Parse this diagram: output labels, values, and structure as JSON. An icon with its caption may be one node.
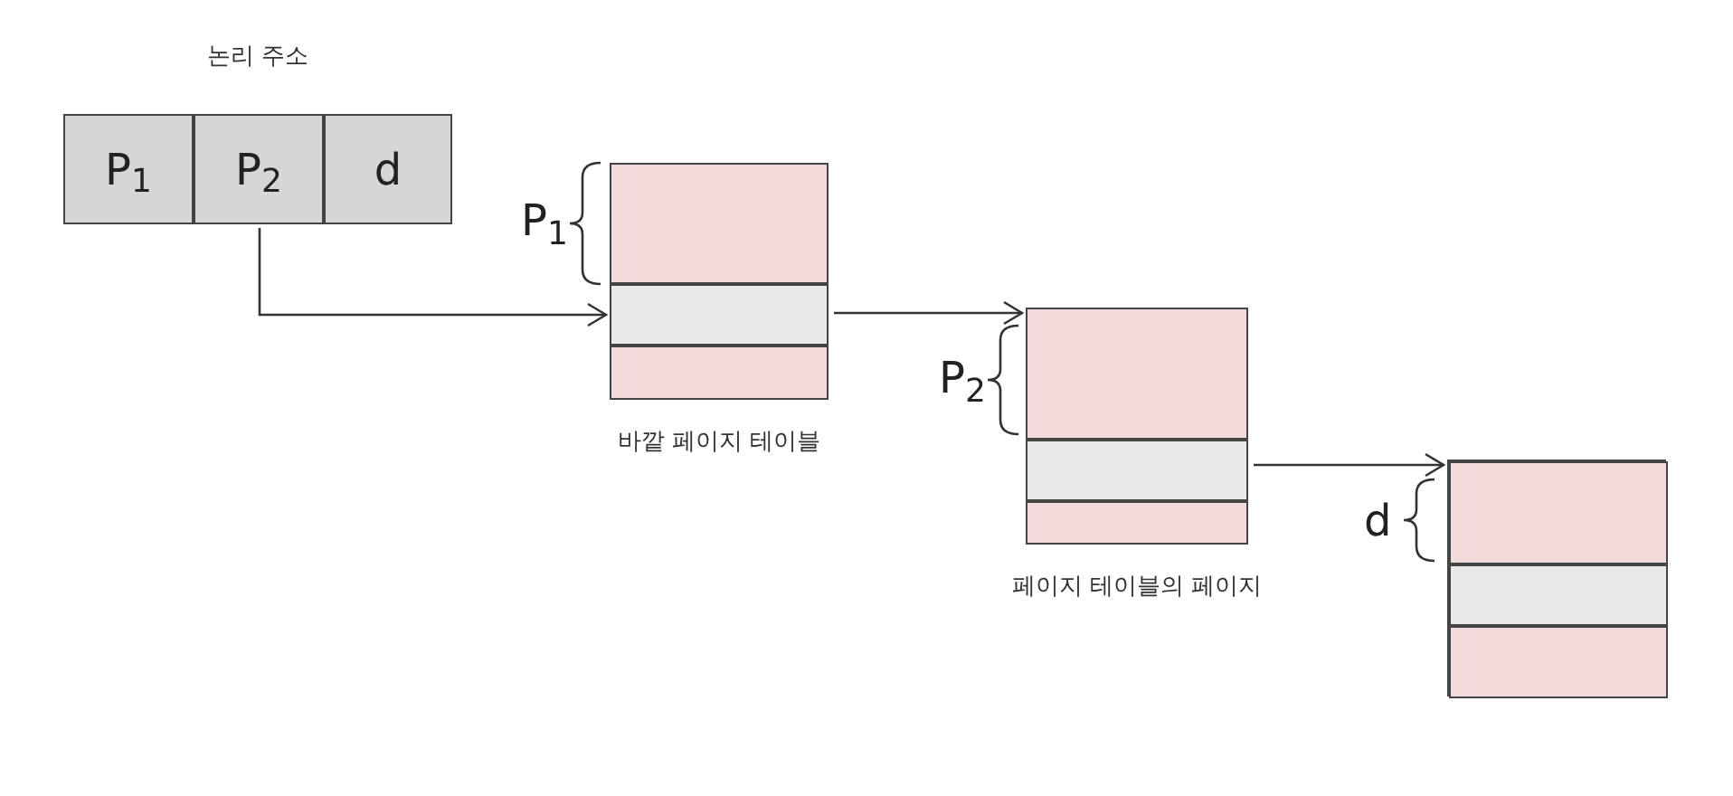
{
  "diagram": {
    "nodes": [
      {
        "text": [
          "논리 주소"
        ]
      },
      {
        "text": [
          "P$_{1}$"
        ],
        "in": 0
      },
      {
        "text": [
          "P$_{2}$"
        ],
        "in": 0
      },
      {
        "text": [
          "d"
        ],
        "in": 0
      },
      {
        "text": [
          "바깥 페이지 테이블"
        ]
      },
      {
        "text": [],
        "shape": "box",
        "in": 4
      },
      {
        "text": [],
        "shape": "box",
        "in": 4
      },
      {
        "text": [],
        "shape": "box",
        "in": 4
      },
      {
        "text": [
          "페이지 테이블의 페이지"
        ]
      },
      {
        "text": [],
        "shape": "box",
        "in": 8
      },
      {
        "text": [],
        "shape": "box",
        "in": 8
      },
      {
        "text": [],
        "shape": "box",
        "in": 8
      },
      {
        "text": [],
        "shape": "box"
      },
      {
        "text": [],
        "shape": "box",
        "in": 12
      },
      {
        "text": [],
        "shape": "box",
        "in": 12
      },
      {
        "text": [],
        "shape": "box",
        "in": 12
      }
    ],
    "edges": [
      {
        "from": 2,
        "to": 6,
        "arrow": "to"
      },
      {
        "from": 6,
        "to": 8,
        "arrow": "to"
      },
      {
        "from": 10,
        "to": 12,
        "arrow": "to"
      }
    ],
    "labels": [
      "P$_{1}$",
      "P$_{2}$",
      "d"
    ]
  }
}
